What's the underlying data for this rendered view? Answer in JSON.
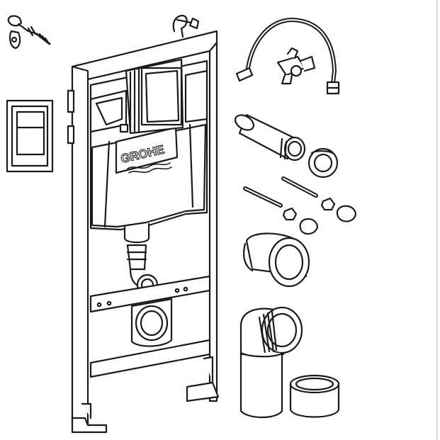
{
  "brand": {
    "logo_text": "GROHE"
  },
  "colors": {
    "ink": "#1a1a1a",
    "paper": "#ffffff",
    "shade": "#e6e6e6"
  },
  "parts": [
    "wall-anchor-bolt",
    "flush-plate",
    "installation-frame",
    "water-supply-hose",
    "angle-valve",
    "flush-pipe-connector",
    "sealing-ring",
    "threaded-rods",
    "nuts-and-caps",
    "pan-connector-sleeve",
    "drain-elbow",
    "end-cap"
  ]
}
